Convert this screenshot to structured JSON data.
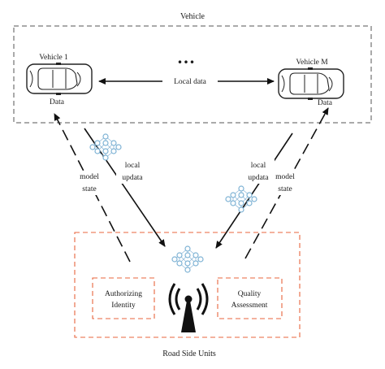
{
  "diagram": {
    "top_group_label": "Vehicle",
    "bottom_group_label": "Road Side Units",
    "vehicle_1": {
      "name": "Vehicle 1",
      "data_label": "Data"
    },
    "vehicle_m": {
      "name": "Vehicle M",
      "data_label": "Data"
    },
    "ellipsis": "...",
    "local_data_label": "Local data",
    "left_model_state": [
      "model",
      "state"
    ],
    "left_local_update": [
      "local",
      "updata"
    ],
    "right_local_update": [
      "local",
      "updata"
    ],
    "right_model_state": [
      "model",
      "state"
    ],
    "auth_box": [
      "Authorizing",
      "Identity"
    ],
    "quality_box": [
      "Quality",
      "Assessment"
    ],
    "colors": {
      "rsu_border": "#e8643c",
      "network_icon": "#7fb3d5",
      "vehicle_border": "#555555"
    },
    "icons": [
      "car-icon",
      "neural-network-icon",
      "antenna-tower-icon"
    ]
  }
}
